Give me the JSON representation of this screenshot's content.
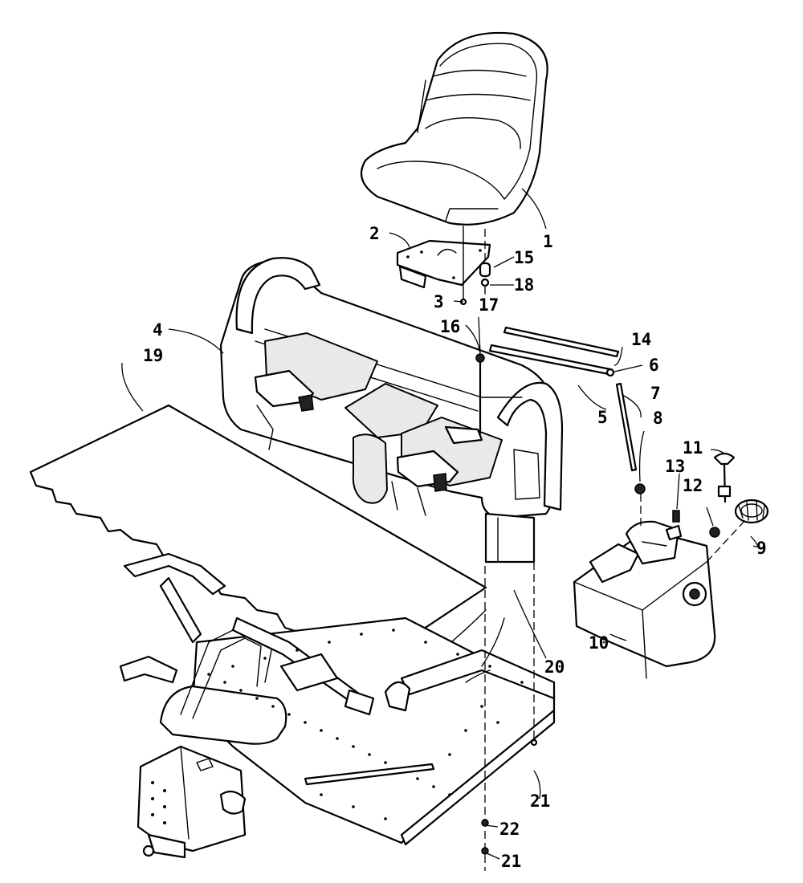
{
  "callouts": {
    "c1": "1",
    "c2": "2",
    "c3": "3",
    "c4": "4",
    "c5": "5",
    "c6": "6",
    "c7": "7",
    "c8": "8",
    "c9": "9",
    "c10": "10",
    "c11": "11",
    "c12": "12",
    "c13": "13",
    "c14": "14",
    "c15": "15",
    "c16": "16",
    "c17": "17",
    "c18": "18",
    "c19": "19",
    "c20": "20",
    "c21a": "21",
    "c22": "22",
    "c21b": "21"
  }
}
